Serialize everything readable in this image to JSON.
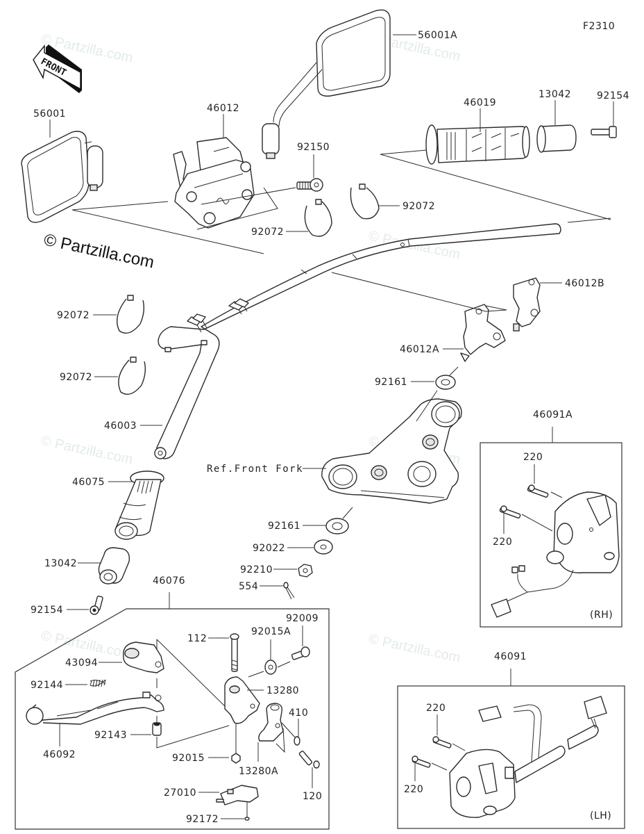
{
  "diagram": {
    "figure_id": "F2310",
    "front_indicator": "FRONT",
    "copyright_main": "© Partzilla.com",
    "watermark": "© Partzilla.com",
    "reference_note": "Ref.Front Fork",
    "groups": {
      "rh_switch": {
        "part": "46091A",
        "side": "(RH)"
      },
      "lh_switch": {
        "part": "46091",
        "side": "(LH)"
      },
      "lever_assy": {
        "part": "46076"
      }
    },
    "parts": [
      {
        "id": "56001A",
        "desc": "right mirror"
      },
      {
        "id": "56001",
        "desc": "left mirror"
      },
      {
        "id": "46012",
        "desc": "bracket"
      },
      {
        "id": "92150",
        "desc": "bolt"
      },
      {
        "id": "46019",
        "desc": "throttle grip"
      },
      {
        "id": "13042",
        "desc": "bar end weight (right)"
      },
      {
        "id": "92154",
        "desc": "bolt (right)"
      },
      {
        "id": "92072",
        "desc": "band (upper-left)"
      },
      {
        "id": "92072",
        "desc": "band (upper-right)"
      },
      {
        "id": "92072",
        "desc": "band (left 1)"
      },
      {
        "id": "92072",
        "desc": "band (left 2)"
      },
      {
        "id": "46012B",
        "desc": "upper holder"
      },
      {
        "id": "46012A",
        "desc": "lower holder"
      },
      {
        "id": "92161",
        "desc": "damper (upper)"
      },
      {
        "id": "46003",
        "desc": "handlebar"
      },
      {
        "id": "46075",
        "desc": "grip"
      },
      {
        "id": "13042",
        "desc": "bar end weight (left)"
      },
      {
        "id": "92154",
        "desc": "bolt (left)"
      },
      {
        "id": "92161",
        "desc": "damper (lower)"
      },
      {
        "id": "92022",
        "desc": "washer"
      },
      {
        "id": "92210",
        "desc": "nut"
      },
      {
        "id": "554",
        "desc": "cotter pin"
      },
      {
        "id": "220",
        "desc": "screw (RH upper)"
      },
      {
        "id": "220",
        "desc": "screw (RH lower)"
      },
      {
        "id": "112",
        "desc": "bolt"
      },
      {
        "id": "92015A",
        "desc": "nut"
      },
      {
        "id": "92009",
        "desc": "screw"
      },
      {
        "id": "43094",
        "desc": "adjuster"
      },
      {
        "id": "92144",
        "desc": "spring"
      },
      {
        "id": "13280",
        "desc": "holder"
      },
      {
        "id": "410",
        "desc": "washer"
      },
      {
        "id": "92143",
        "desc": "collar"
      },
      {
        "id": "46092",
        "desc": "lever"
      },
      {
        "id": "92015",
        "desc": "nut"
      },
      {
        "id": "13280A",
        "desc": "clamp"
      },
      {
        "id": "120",
        "desc": "bolt"
      },
      {
        "id": "27010",
        "desc": "switch"
      },
      {
        "id": "92172",
        "desc": "screw"
      },
      {
        "id": "220",
        "desc": "screw (LH upper)"
      },
      {
        "id": "220",
        "desc": "screw (LH lower)"
      }
    ]
  }
}
